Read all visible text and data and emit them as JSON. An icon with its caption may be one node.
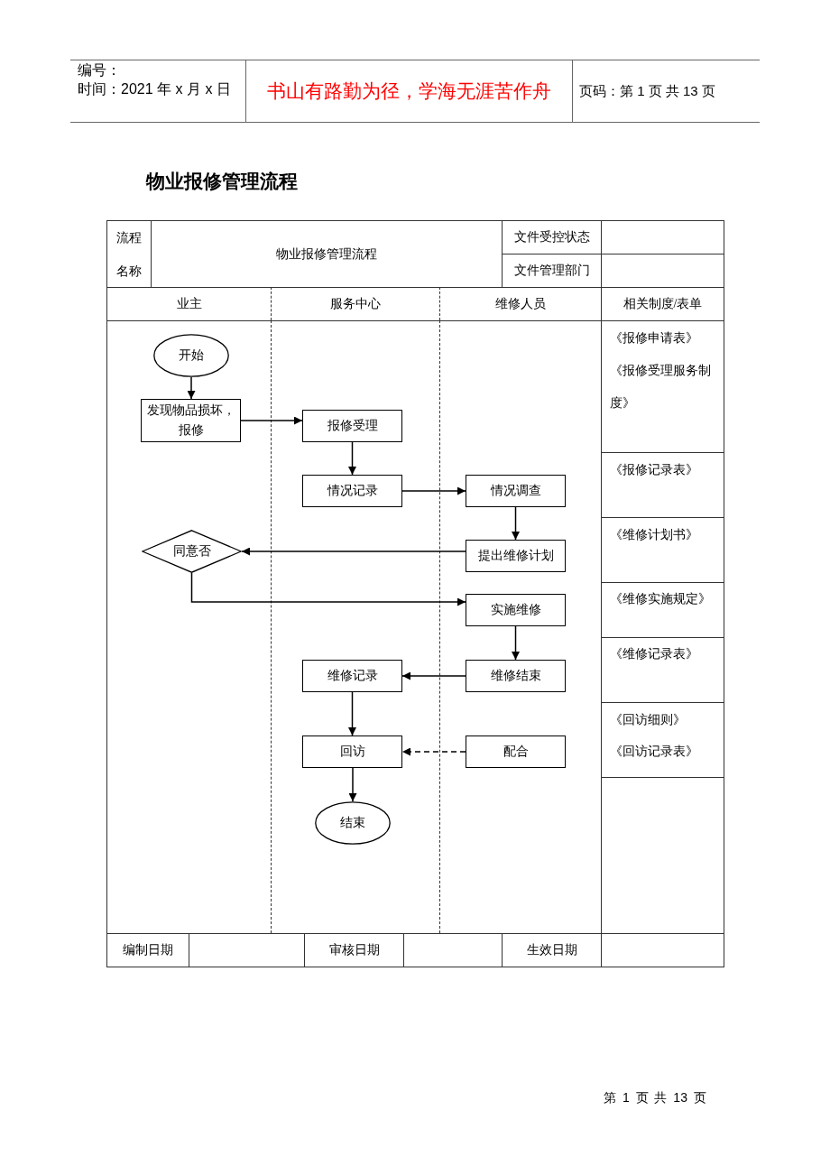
{
  "diagram": {
    "title": "物业报修管理流程",
    "nodes": [
      {
        "text": [
          "开始"
        ]
      },
      {
        "text": [
          "发现物品损坏，报修"
        ]
      },
      {
        "text": [
          "报修受理"
        ]
      },
      {
        "text": [
          "情况记录"
        ]
      },
      {
        "text": [
          "情况调查"
        ]
      },
      {
        "text": [
          "同意否"
        ]
      },
      {
        "text": [
          "提出维修计划"
        ]
      },
      {
        "text": [
          "实施维修"
        ]
      },
      {
        "text": [
          "维修记录"
        ]
      },
      {
        "text": [
          "维修结束"
        ]
      },
      {
        "text": [
          "回访"
        ]
      },
      {
        "text": [
          "配合"
        ]
      },
      {
        "text": [
          "结束"
        ]
      }
    ],
    "edges": [
      {
        "from": 0,
        "to": 1,
        "arrow": "to"
      },
      {
        "from": 1,
        "to": 2,
        "arrow": "to"
      },
      {
        "from": 2,
        "to": 3,
        "arrow": "to"
      },
      {
        "from": 3,
        "to": 4,
        "arrow": "to"
      },
      {
        "from": 4,
        "to": 6,
        "arrow": "to"
      },
      {
        "from": 6,
        "to": 5,
        "arrow": "to"
      },
      {
        "from": 5,
        "to": 7,
        "arrow": "to"
      },
      {
        "from": 7,
        "to": 9,
        "arrow": "to"
      },
      {
        "from": 9,
        "to": 8,
        "arrow": "to"
      },
      {
        "from": 8,
        "to": 10,
        "arrow": "to"
      },
      {
        "from": 11,
        "to": 10,
        "arrow": "to",
        "style": "dashed"
      },
      {
        "from": 10,
        "to": 12,
        "arrow": "to"
      }
    ],
    "labels": [
      "编号：",
      "时间：2021 年 x 月 x 日",
      "书山有路勤为径，学海无涯苦作舟",
      "页码：第 1 页 共 13 页",
      "流程名称",
      "物业报修管理流程",
      "文件受控状态",
      "文件管理部门",
      "业主",
      "服务中心",
      "维修人员",
      "相关制度/表单",
      "《报修申请表》",
      "《报修受理服务制度》",
      "《报修记录表》",
      "《维修计划书》",
      "《维修实施规定》",
      "《维修记录表》",
      "《回访细则》",
      "《回访记录表》",
      "编制日期",
      "审核日期",
      "生效日期",
      "第 1 页 共 13 页"
    ]
  }
}
